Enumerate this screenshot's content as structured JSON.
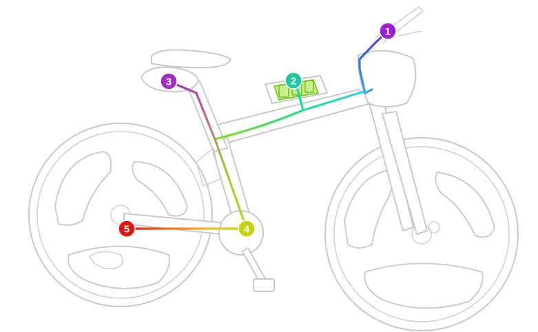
{
  "markers": [
    {
      "label": "1",
      "color": "#9b1fd6"
    },
    {
      "label": "2",
      "color": "#1fc9a6"
    },
    {
      "label": "3",
      "color": "#a22bc4"
    },
    {
      "label": "4",
      "color": "#c8d20c"
    },
    {
      "label": "5",
      "color": "#e3140c"
    }
  ],
  "route_colors": {
    "wire_1": [
      "#3aa0ff",
      "#2a5fe0",
      "#9b1fd6"
    ],
    "wire_2": [
      "#26e0b0",
      "#18d0a0"
    ],
    "frame_cable": [
      "#2ee05a",
      "#6ee020",
      "#26d0ff"
    ],
    "seat_cable": [
      "#a22bc4",
      "#d070a0",
      "#a0c040",
      "#c8d20c"
    ],
    "crank_cable": [
      "#e3140c",
      "#f07020",
      "#f0c020",
      "#c8d20c"
    ]
  },
  "battery_color": "#9be02a"
}
